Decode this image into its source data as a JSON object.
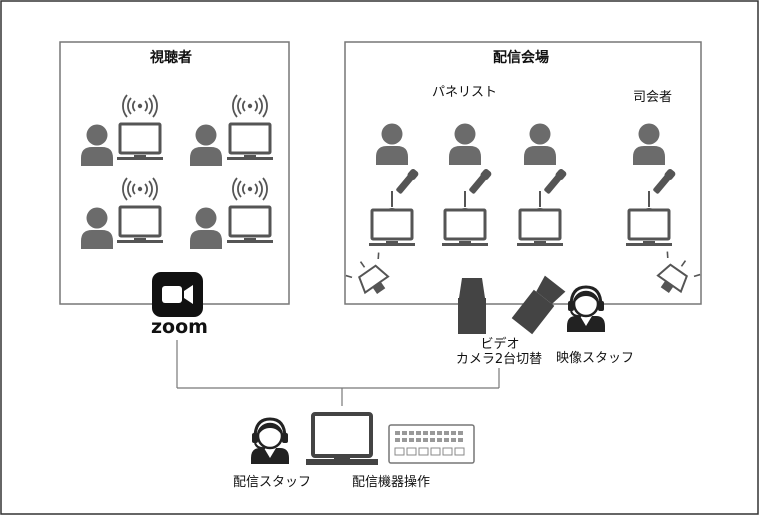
{
  "viewers": {
    "title": "視聴者"
  },
  "venue": {
    "title": "配信会場",
    "panelists_label": "パネリスト",
    "host_label": "司会者"
  },
  "zoom": {
    "wordmark": "zoom"
  },
  "video": {
    "label_line1": "ビデオ",
    "label_line2": "カメラ2台切替",
    "staff_label": "映像スタッフ"
  },
  "control": {
    "staff_label": "配信スタッフ",
    "device_label": "配信機器操作"
  },
  "colors": {
    "ink": "#555555",
    "person": "#6b6b6b",
    "box_border": "#777777",
    "dark": "#222222"
  }
}
